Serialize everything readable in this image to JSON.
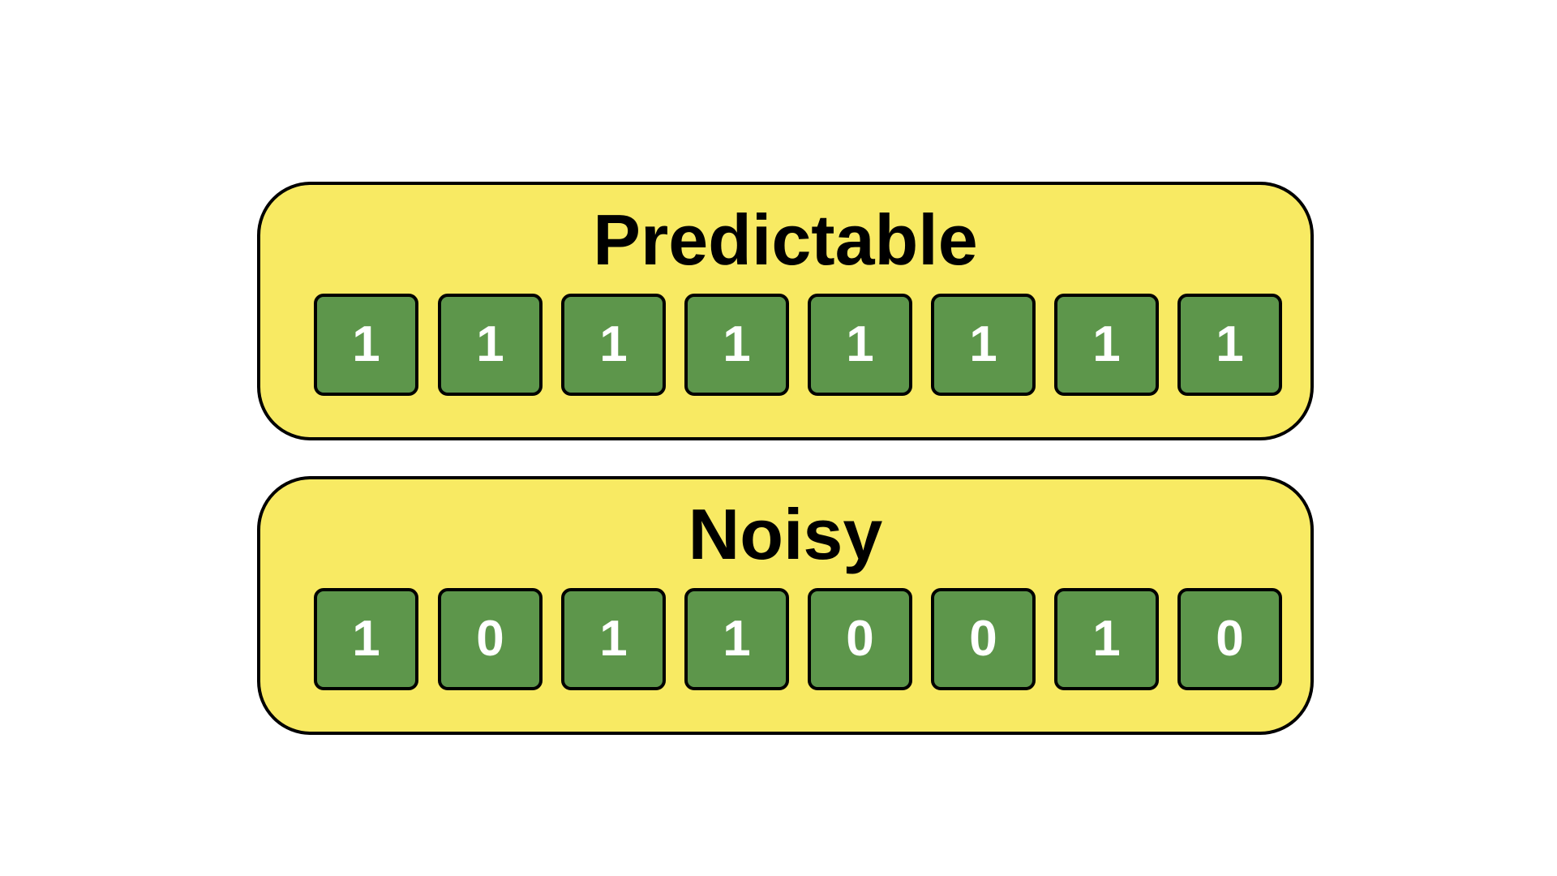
{
  "colors": {
    "background": "#ffffff",
    "panel_fill": "#f8ea63",
    "cell_fill": "#5d964b",
    "outline": "#000000",
    "cell_text": "#ffffff",
    "title_text": "#000000"
  },
  "panels": [
    {
      "title": "Predictable",
      "bits": [
        "1",
        "1",
        "1",
        "1",
        "1",
        "1",
        "1",
        "1"
      ]
    },
    {
      "title": "Noisy",
      "bits": [
        "1",
        "0",
        "1",
        "1",
        "0",
        "0",
        "1",
        "0"
      ]
    }
  ]
}
